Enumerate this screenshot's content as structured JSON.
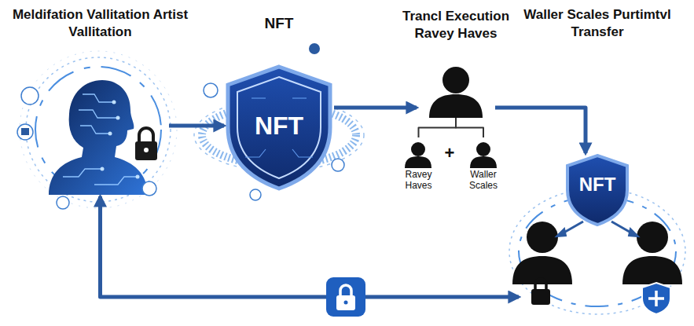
{
  "diagram": {
    "nodes": [
      {
        "text": [
          "Meldifation Vallitation Artist Vallitation"
        ]
      },
      {
        "text": [
          "NFT",
          "NFT"
        ]
      },
      {
        "text": [
          "Trancl Execution Ravey Haves"
        ]
      },
      {
        "text": [
          "Ravey Haves"
        ]
      },
      {
        "text": [
          "Waller Scales"
        ]
      },
      {
        "text": [
          "Waller Scales Purtimtvl Transfer",
          "NFT"
        ]
      }
    ],
    "edges": [
      {
        "from": 0,
        "to": 1,
        "arrow": "to"
      },
      {
        "from": 1,
        "to": 2,
        "arrow": "to"
      },
      {
        "from": 2,
        "to": 3,
        "arrow": "none"
      },
      {
        "from": 2,
        "to": 4,
        "arrow": "none"
      },
      {
        "from": 2,
        "to": 5,
        "arrow": "to"
      },
      {
        "from": 5,
        "to": 0,
        "arrow": "both"
      }
    ],
    "labels": [
      "+"
    ]
  }
}
